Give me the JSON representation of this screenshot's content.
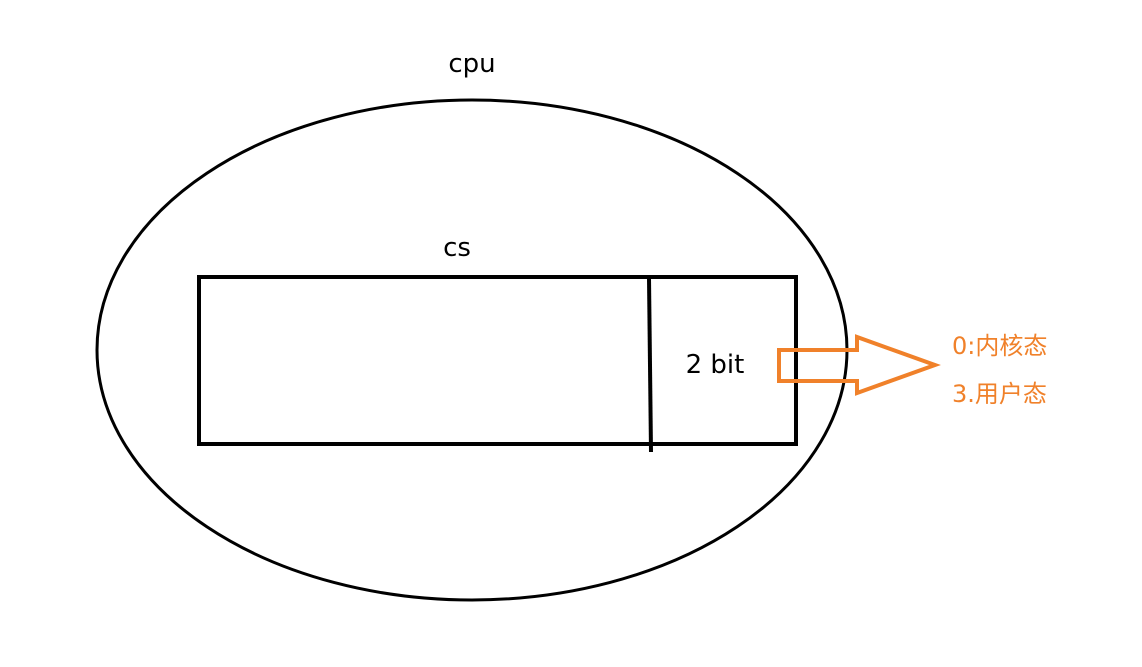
{
  "labels": {
    "cpu": "cpu",
    "cs": "cs",
    "bits": "2 bit"
  },
  "modes": {
    "kernel": "0:内核态",
    "user": "3.用户态"
  },
  "colors": {
    "stroke": "#000000",
    "accent": "#f0812a",
    "background": "#ffffff"
  }
}
